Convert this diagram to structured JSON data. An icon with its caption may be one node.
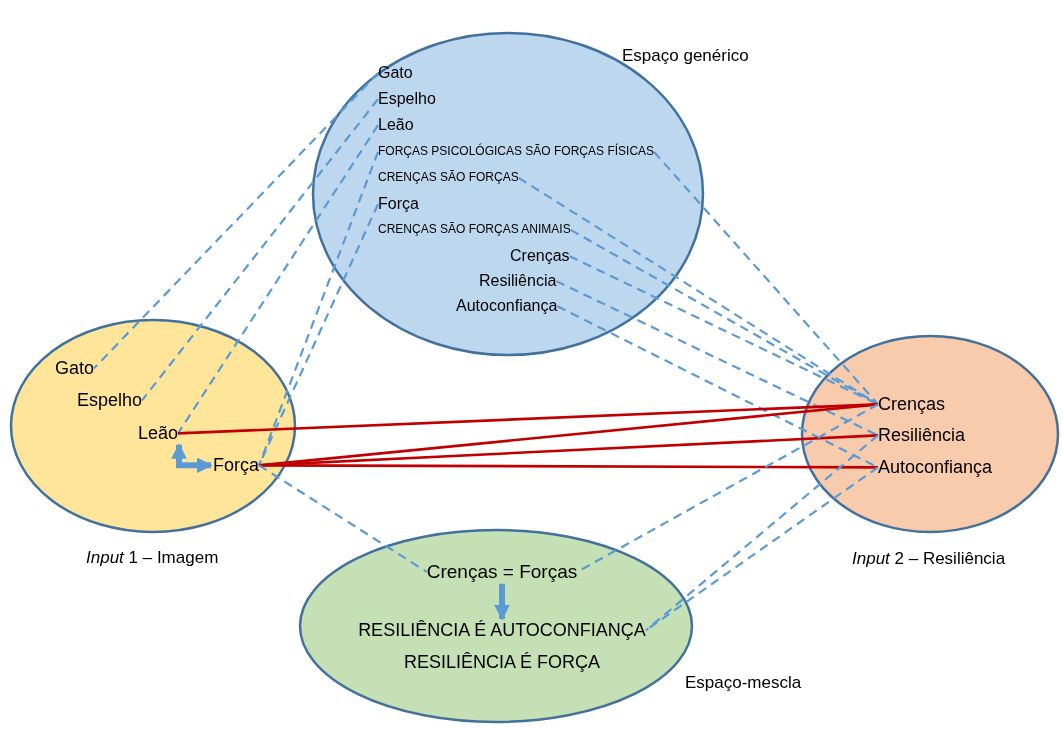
{
  "diagram": {
    "nodes": [
      {
        "text": [
          "Espaço genérico"
        ]
      },
      {
        "text": [
          "Gato"
        ],
        "in": 0
      },
      {
        "text": [
          "Espelho"
        ],
        "in": 0
      },
      {
        "text": [
          "Leão"
        ],
        "in": 0
      },
      {
        "text": [
          "FORÇAS PSICOLÓGICAS SÃO FORÇAS FÍSICAS"
        ],
        "in": 0
      },
      {
        "text": [
          "CRENÇAS SÃO FORÇAS"
        ],
        "in": 0
      },
      {
        "text": [
          "Força"
        ],
        "in": 0
      },
      {
        "text": [
          "CRENÇAS SÃO FORÇAS ANIMAIS"
        ],
        "in": 0
      },
      {
        "text": [
          "Crenças"
        ],
        "in": 0
      },
      {
        "text": [
          "Resiliência"
        ],
        "in": 0
      },
      {
        "text": [
          "Autoconfiança"
        ],
        "in": 0
      },
      {
        "text": [
          "*Input* 1 – Imagem"
        ]
      },
      {
        "text": [
          "Gato"
        ],
        "in": 11
      },
      {
        "text": [
          "Espelho"
        ],
        "in": 11
      },
      {
        "text": [
          "Leão"
        ],
        "in": 11
      },
      {
        "text": [
          "Força"
        ],
        "in": 11
      },
      {
        "text": [
          "*Input* 2 – Resiliência"
        ]
      },
      {
        "text": [
          "Crenças"
        ],
        "in": 16
      },
      {
        "text": [
          "Resiliência"
        ],
        "in": 16
      },
      {
        "text": [
          "Autoconfiança"
        ],
        "in": 16
      },
      {
        "text": [
          "Espaço-mescla"
        ]
      },
      {
        "text": [
          "Crenças = Forças"
        ],
        "in": 20
      },
      {
        "text": [
          "RESILIÊNCIA É AUTOCONFIANÇA"
        ],
        "in": 20
      },
      {
        "text": [
          "RESILIÊNCIA É FORÇA"
        ],
        "in": 20
      }
    ],
    "edges": [
      {
        "from": 1,
        "to": 12,
        "arrow": "none",
        "style": "dashed"
      },
      {
        "from": 2,
        "to": 13,
        "arrow": "none",
        "style": "dashed"
      },
      {
        "from": 3,
        "to": 14,
        "arrow": "none",
        "style": "dashed"
      },
      {
        "from": 4,
        "to": 15,
        "arrow": "none",
        "style": "dashed"
      },
      {
        "from": 6,
        "to": 15,
        "arrow": "none",
        "style": "dashed"
      },
      {
        "from": 4,
        "to": 17,
        "arrow": "none",
        "style": "dashed"
      },
      {
        "from": 5,
        "to": 17,
        "arrow": "none",
        "style": "dashed"
      },
      {
        "from": 7,
        "to": 17,
        "arrow": "none",
        "style": "dashed"
      },
      {
        "from": 8,
        "to": 17,
        "arrow": "none",
        "style": "dashed"
      },
      {
        "from": 9,
        "to": 18,
        "arrow": "none",
        "style": "dashed"
      },
      {
        "from": 10,
        "to": 19,
        "arrow": "none",
        "style": "dashed"
      },
      {
        "from": 14,
        "to": 17,
        "arrow": "none",
        "color": "#c00000"
      },
      {
        "from": 15,
        "to": 17,
        "arrow": "none",
        "color": "#c00000"
      },
      {
        "from": 15,
        "to": 18,
        "arrow": "none",
        "color": "#c00000"
      },
      {
        "from": 15,
        "to": 19,
        "arrow": "none",
        "color": "#c00000"
      },
      {
        "from": 14,
        "to": 15,
        "arrow": "both",
        "style": "thick"
      },
      {
        "from": 15,
        "to": 21,
        "arrow": "none",
        "style": "dashed"
      },
      {
        "from": 17,
        "to": 21,
        "arrow": "none",
        "style": "dashed"
      },
      {
        "from": 18,
        "to": 22,
        "arrow": "none",
        "style": "dashed"
      },
      {
        "from": 19,
        "to": 22,
        "arrow": "none",
        "style": "dashed"
      },
      {
        "from": 21,
        "to": 22,
        "arrow": "to",
        "style": "thick"
      }
    ]
  }
}
